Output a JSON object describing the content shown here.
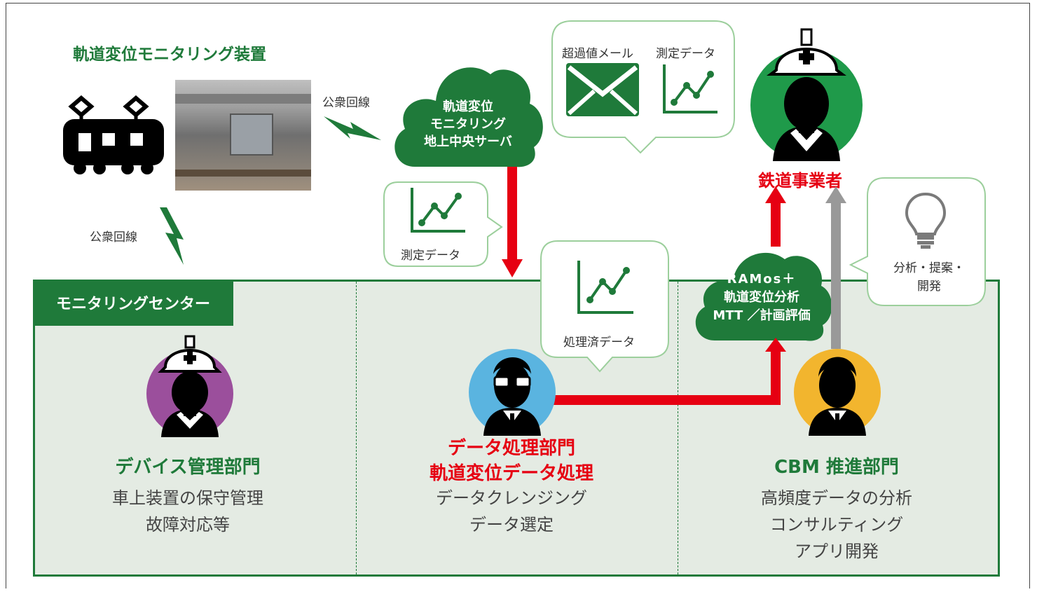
{
  "device": {
    "title": "軌道変位モニタリング装置",
    "line1": "公衆回線",
    "line2": "公衆回線"
  },
  "server": {
    "lines": [
      "軌道変位",
      "モニタリング",
      "地上中央サーバ"
    ]
  },
  "mail_bubble": {
    "mail_label": "超過値メール",
    "data_label": "測定データ"
  },
  "measure_bubble": {
    "label": "測定データ"
  },
  "processed_bubble": {
    "label": "処理済データ"
  },
  "proposal_bubble": {
    "line1": "分析・提案・",
    "line2": "開発"
  },
  "railway": {
    "title": "鉄道事業者"
  },
  "ramos": {
    "lines": [
      "RAMos＋",
      "軌道変位分析",
      "MTT ／計画評価"
    ]
  },
  "center": {
    "title": "モニタリングセンター"
  },
  "departments": [
    {
      "title": "デバイス管理部門",
      "desc": [
        "車上装置の保守管理",
        "故障対応等"
      ]
    },
    {
      "title": [
        "データ処理部門",
        "軌道変位データ処理"
      ],
      "desc": [
        "データクレンジング",
        "データ選定"
      ]
    },
    {
      "title": "CBM 推進部門",
      "desc": [
        "高頻度データの分析",
        "コンサルティング",
        "アプリ開発"
      ]
    }
  ],
  "colors": {
    "green": "#1f7a3a",
    "green_light": "#e4ebe3",
    "red": "#e60012",
    "gray_arrow": "#999999",
    "avatar_purple": "#9b4f9c",
    "avatar_blue": "#5ab4e0",
    "avatar_yellow": "#f2b52e",
    "avatar_green": "#1f9a4a"
  },
  "icons": [
    "train-icon",
    "lightning-icon",
    "cloud-icon",
    "mail-icon",
    "chart-icon",
    "worker-helmet-icon",
    "businessman-icon",
    "glasses-person-icon",
    "lightbulb-icon",
    "arrow-icon"
  ]
}
